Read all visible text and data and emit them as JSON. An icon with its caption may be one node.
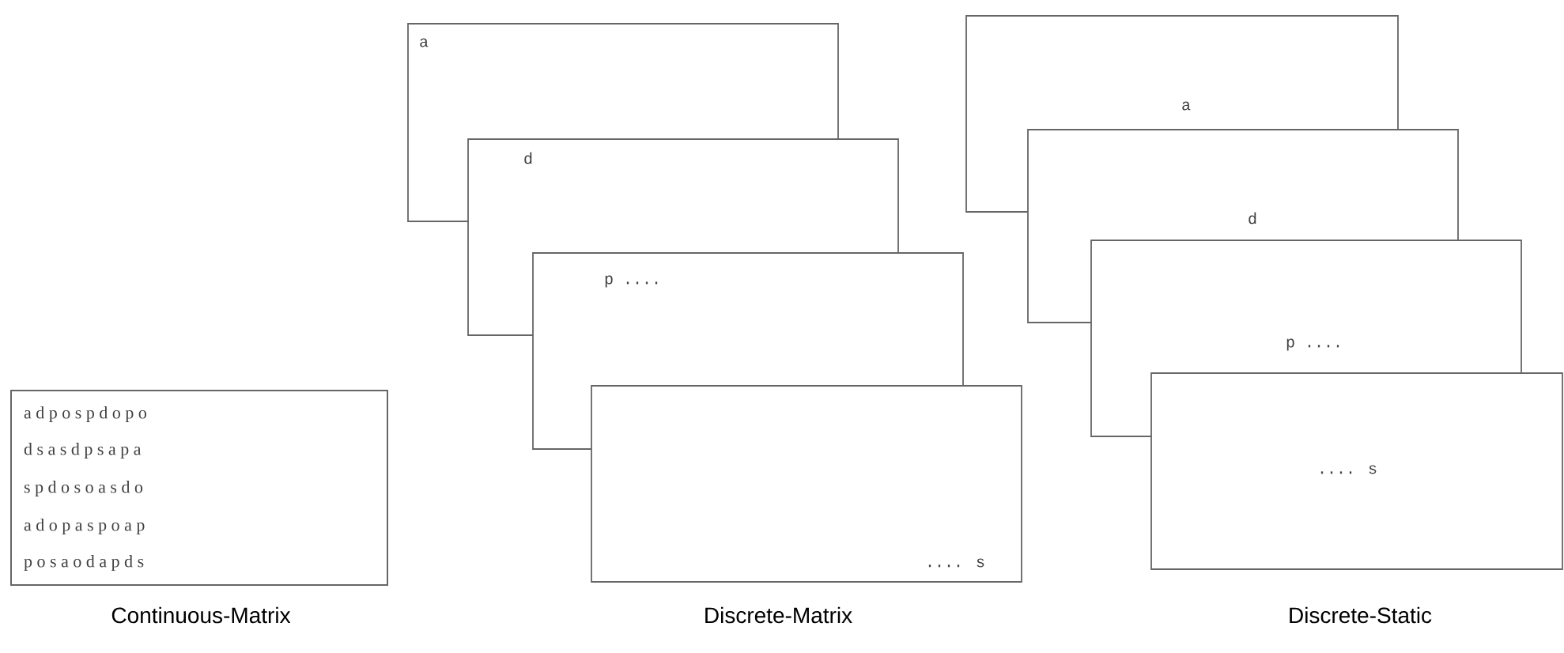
{
  "diagram": {
    "nodes": [
      {
        "text": [
          "a d p o s p d o p o",
          "d s a s d p s a p a",
          "s p d o s o a s d o",
          "a d o p a s p o a p",
          "p o s a o d a p d s"
        ]
      },
      {
        "text": [
          "a"
        ]
      },
      {
        "text": [
          "d"
        ]
      },
      {
        "text": [
          "p ...."
        ]
      },
      {
        "text": [
          ".... s"
        ]
      },
      {
        "text": [
          "a"
        ]
      },
      {
        "text": [
          "d"
        ]
      },
      {
        "text": [
          "p ...."
        ]
      },
      {
        "text": [
          ".... s"
        ]
      }
    ],
    "labels": [
      "Continuous-Matrix",
      "Discrete-Matrix",
      "Discrete-Static"
    ]
  }
}
